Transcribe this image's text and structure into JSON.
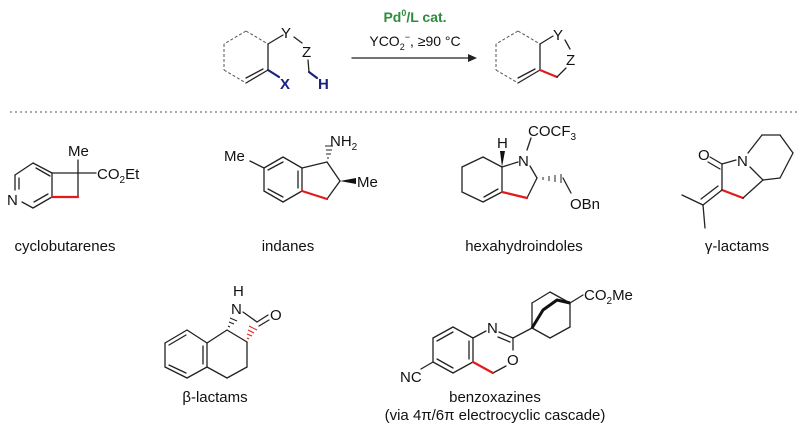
{
  "reaction": {
    "catalyst": {
      "main": "Pd",
      "sup": "0",
      "rest": "/L cat."
    },
    "conditions": {
      "part1": "YCO",
      "sub": "2",
      "sup": "−",
      "part2": ", ≥90 °C"
    },
    "substrate_atoms": {
      "y": "Y",
      "z": "Z",
      "x": "X",
      "h": "H"
    },
    "product_atoms": {
      "y": "Y",
      "z": "Z"
    },
    "colors": {
      "catalyst": "#2e8b3e",
      "leaving_groups": "#1a237e",
      "new_bond": "#e21a1a"
    }
  },
  "examples": [
    {
      "label": "cyclobutarenes",
      "atoms": {
        "n": "N",
        "me": "Me",
        "ester": "CO",
        "ester_sub": "2",
        "ester_rest": "Et"
      }
    },
    {
      "label": "indanes",
      "atoms": {
        "nh": "NH",
        "nh_sub": "2",
        "me_ring": "Me",
        "me": "Me"
      }
    },
    {
      "label": "hexahydroindoles",
      "atoms": {
        "h": "H",
        "n": "N",
        "acyl": "COCF",
        "acyl_sub": "3",
        "obn": "OBn"
      }
    },
    {
      "label": "γ-lactams",
      "atoms": {
        "o": "O",
        "n": "N"
      }
    },
    {
      "label": "β-lactams",
      "atoms": {
        "h": "H",
        "n": "N",
        "o": "O"
      }
    },
    {
      "label": "benzoxazines",
      "note": "(via 4π/6π electrocyclic cascade)",
      "atoms": {
        "nc": "NC",
        "n": "N",
        "o": "O",
        "ester": "CO",
        "ester_sub": "2",
        "ester_rest": "Me"
      }
    }
  ]
}
